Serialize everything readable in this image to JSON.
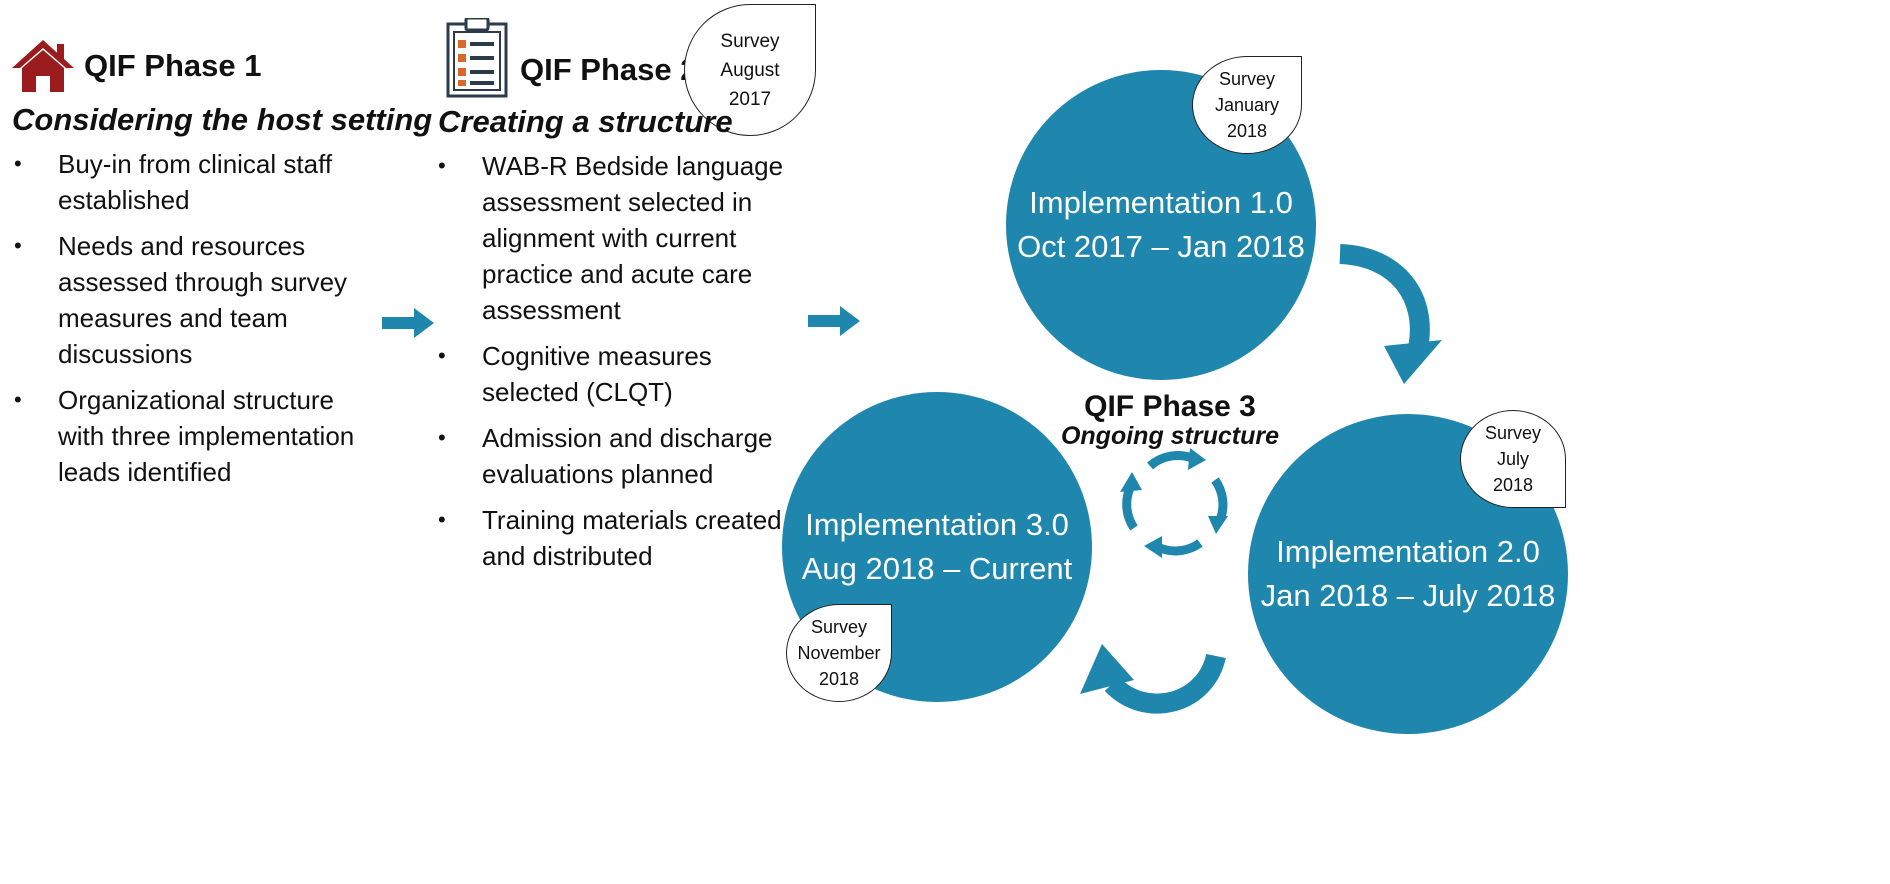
{
  "phase1": {
    "title": "QIF Phase 1",
    "subtitle": "Considering the host setting",
    "icon": "house-icon",
    "bullets": [
      "Buy-in from clinical staff established",
      "Needs and resources assessed through survey measures and team discussions",
      "Organizational structure with three implementation leads identified"
    ]
  },
  "phase2": {
    "title": "QIF Phase 2",
    "subtitle": "Creating a structure",
    "icon": "clipboard-checklist-icon",
    "survey": [
      "Survey",
      "August",
      "2017"
    ],
    "bullets": [
      "WAB-R Bedside language assessment selected in alignment with current practice and acute care assessment",
      "Cognitive measures selected (CLQT)",
      "Admission and discharge evaluations planned",
      "Training  materials created and distributed"
    ]
  },
  "phase3": {
    "title": "QIF Phase 3",
    "subtitle": "Ongoing structure",
    "implementations": [
      {
        "name": "Implementation 1.0",
        "dates": "Oct 2017 – Jan 2018",
        "survey": [
          "Survey",
          "January",
          "2018"
        ]
      },
      {
        "name": "Implementation 2.0",
        "dates": "Jan 2018 – July 2018",
        "survey": [
          "Survey",
          "July",
          "2018"
        ]
      },
      {
        "name": "Implementation 3.0",
        "dates": "Aug 2018 – Current",
        "survey": [
          "Survey",
          "November",
          "2018"
        ]
      }
    ]
  },
  "colors": {
    "circle": "#1f86ad",
    "arrow": "#1f86ad",
    "house": "#9b1c1c",
    "text": "#111111"
  }
}
